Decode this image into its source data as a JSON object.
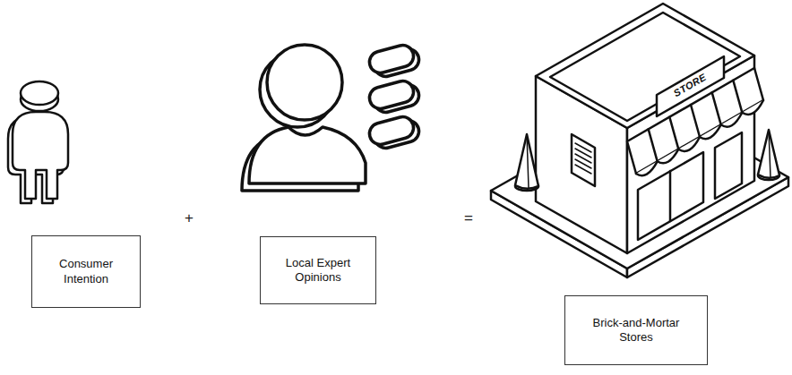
{
  "diagram": {
    "nodes": [
      {
        "text": [
          "Consumer Intention"
        ]
      },
      {
        "text": [
          "Local Expert Opinions"
        ]
      },
      {
        "text": [
          "Brick-and-Mortar Stores"
        ]
      }
    ],
    "labels": [
      "STORE",
      "+",
      "="
    ]
  }
}
